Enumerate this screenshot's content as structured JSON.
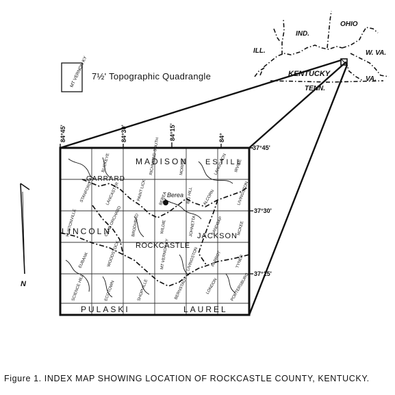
{
  "caption": "Figure 1. INDEX MAP SHOWING LOCATION OF ROCKCASTLE COUNTY, KENTUCKY.",
  "legend": {
    "label": "7½' Topographic Quadrangle",
    "sample_quad": "MT VERNON KY"
  },
  "north_label": "N",
  "states": [
    "OHIO",
    "IND.",
    "ILL.",
    "W. VA.",
    "KENTUCKY",
    "VA.",
    "TENN."
  ],
  "longitudes": [
    "84°45'",
    "84°30'",
    "84°15'",
    "84°"
  ],
  "latitudes": [
    "37°45'",
    "37°30'",
    "37°15'"
  ],
  "counties": [
    "MADISON",
    "ESTILL",
    "GARRARD",
    "LINCOLN",
    "ROCKCASTLE",
    "JACKSON",
    "PULASKI",
    "LAUREL"
  ],
  "town": "Berea",
  "quadrangles": [
    "STANFORD",
    "BUCKEYE",
    "RICHMOND SOUTH",
    "MORRIS",
    "ALCORN",
    "IRVINE",
    "LANCASTER",
    "PAINT LICK",
    "BEREA",
    "BIG HILL",
    "LANGDAON",
    "LIVINGSTON",
    "BRODHEAD",
    "WILDIE",
    "JOHNETTA",
    "SANDGAP",
    "MCKEE",
    "CRAB ORCHARD",
    "HUSTONVILLE",
    "EUBANK",
    "WOODSTOCK",
    "MT VERNON KY",
    "LIVINGSTON",
    "PARROT",
    "TYNER",
    "SCIENCE HILL",
    "ECOTOWN",
    "SHOPVILLE",
    "BERNSTADT",
    "LONDON",
    "PORTERSBURG"
  ]
}
